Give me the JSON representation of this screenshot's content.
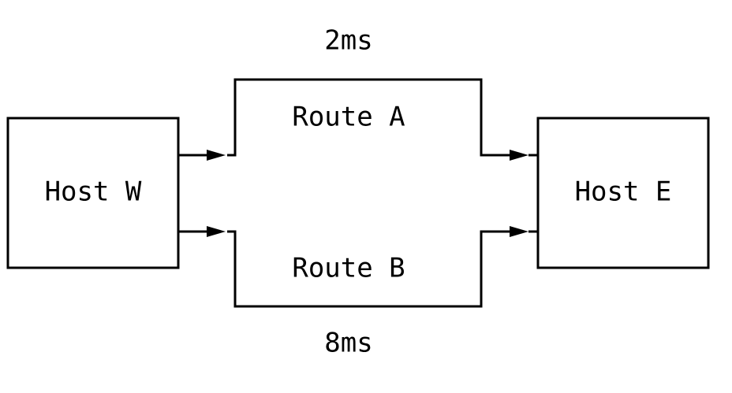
{
  "nodes": {
    "host_w": {
      "label": "Host W"
    },
    "host_e": {
      "label": "Host E"
    },
    "route_a": {
      "label": "Route A",
      "latency": "2ms"
    },
    "route_b": {
      "label": "Route B",
      "latency": "8ms"
    }
  },
  "colors": {
    "stroke": "#000000",
    "background": "#ffffff",
    "text": "#000000"
  }
}
